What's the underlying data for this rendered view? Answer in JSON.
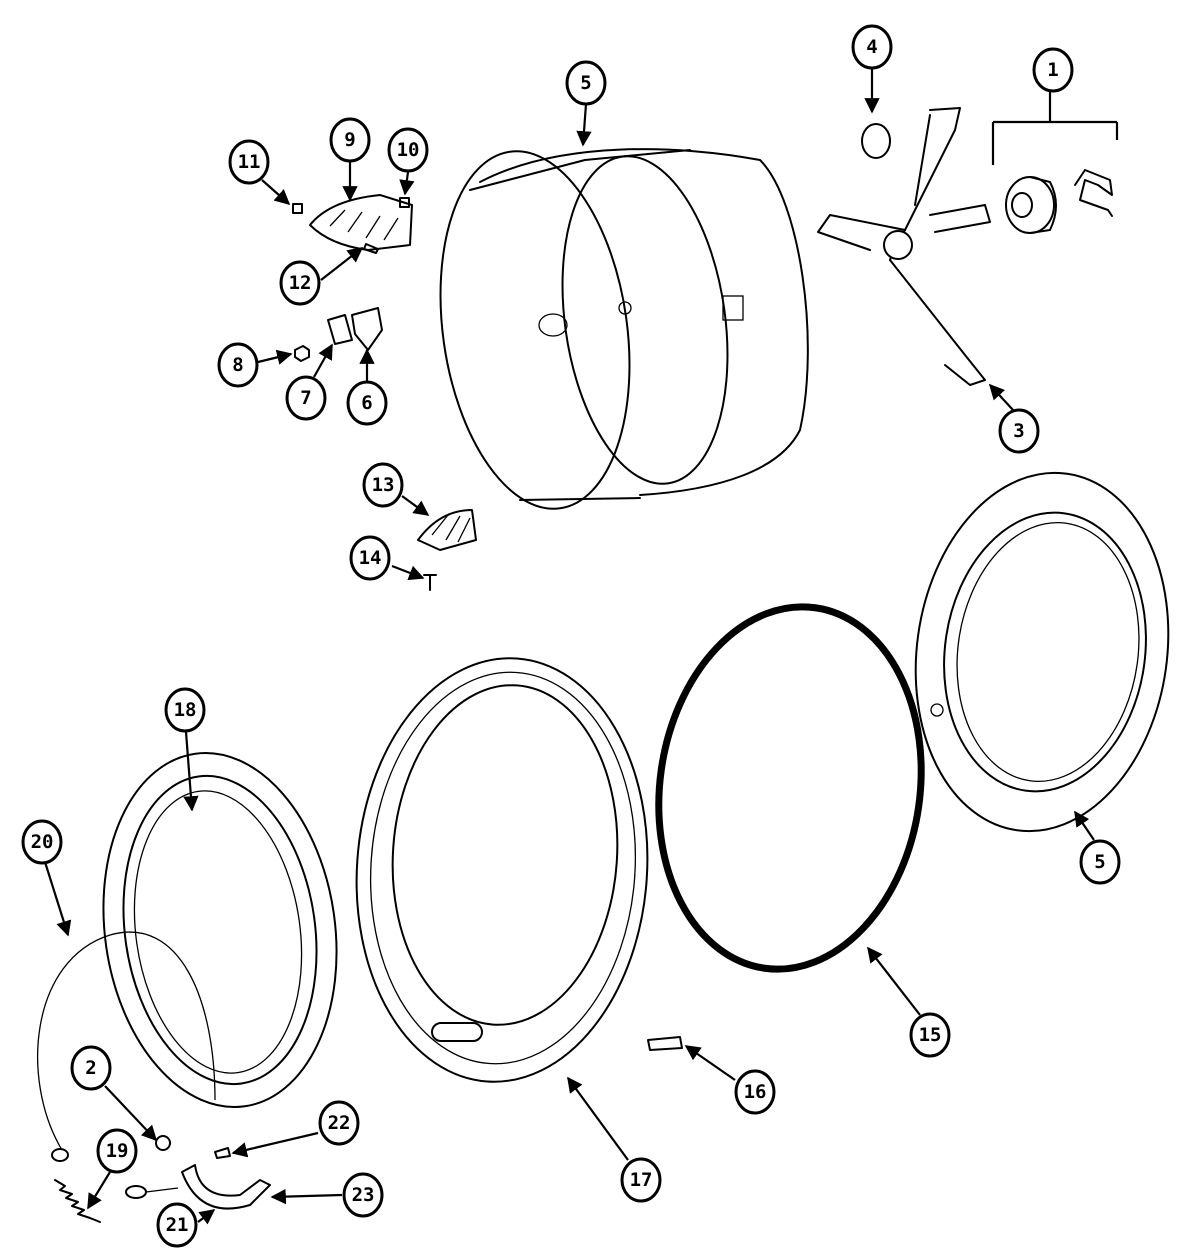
{
  "callouts": [
    {
      "id": "c1",
      "label": "1"
    },
    {
      "id": "c2",
      "label": "2"
    },
    {
      "id": "c3",
      "label": "3"
    },
    {
      "id": "c4",
      "label": "4"
    },
    {
      "id": "c5a",
      "label": "5"
    },
    {
      "id": "c5b",
      "label": "5"
    },
    {
      "id": "c6",
      "label": "6"
    },
    {
      "id": "c7",
      "label": "7"
    },
    {
      "id": "c8",
      "label": "8"
    },
    {
      "id": "c9",
      "label": "9"
    },
    {
      "id": "c10",
      "label": "10"
    },
    {
      "id": "c11",
      "label": "11"
    },
    {
      "id": "c12",
      "label": "12"
    },
    {
      "id": "c13",
      "label": "13"
    },
    {
      "id": "c14",
      "label": "14"
    },
    {
      "id": "c15",
      "label": "15"
    },
    {
      "id": "c16",
      "label": "16"
    },
    {
      "id": "c17",
      "label": "17"
    },
    {
      "id": "c18",
      "label": "18"
    },
    {
      "id": "c19",
      "label": "19"
    },
    {
      "id": "c20",
      "label": "20"
    },
    {
      "id": "c21",
      "label": "21"
    },
    {
      "id": "c22",
      "label": "22"
    },
    {
      "id": "c23",
      "label": "23"
    }
  ],
  "colors": {
    "ink": "#000000",
    "paper": "#ffffff"
  }
}
